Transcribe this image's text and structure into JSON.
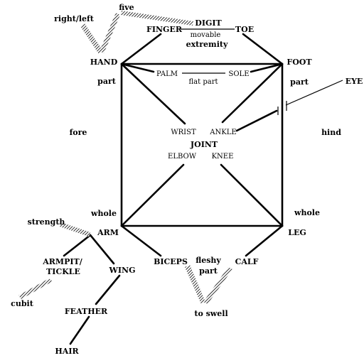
{
  "words": {
    "five": "five",
    "right_left": "right/left",
    "digit": "DIGIT",
    "finger": "FINGER",
    "toe": "TOE",
    "movable": "movable",
    "extremity": "extremity",
    "hand": "HAND",
    "foot": "FOOT",
    "eye": "EYE",
    "palm": "PALM",
    "sole": "SOLE",
    "flat_part": "flat part",
    "part_left": "part",
    "part_right": "part",
    "fore": "fore",
    "hind": "hind",
    "wrist": "WRIST",
    "ankle": "ANKLE",
    "joint": "JOINT",
    "elbow": "ELBOW",
    "knee": "KNEE",
    "strength": "strength",
    "whole_left": "whole",
    "whole_right": "whole",
    "arm": "ARM",
    "leg": "LEG",
    "armpit": "ARMPIT/",
    "tickle": "TICKLE",
    "wing": "WING",
    "biceps": "BICEPS",
    "fleshy": "fleshy",
    "fleshy_part": "part",
    "calf": "CALF",
    "cubit": "cubit",
    "feather": "FEATHER",
    "to_swell": "to swell",
    "hair": "HAIR"
  }
}
